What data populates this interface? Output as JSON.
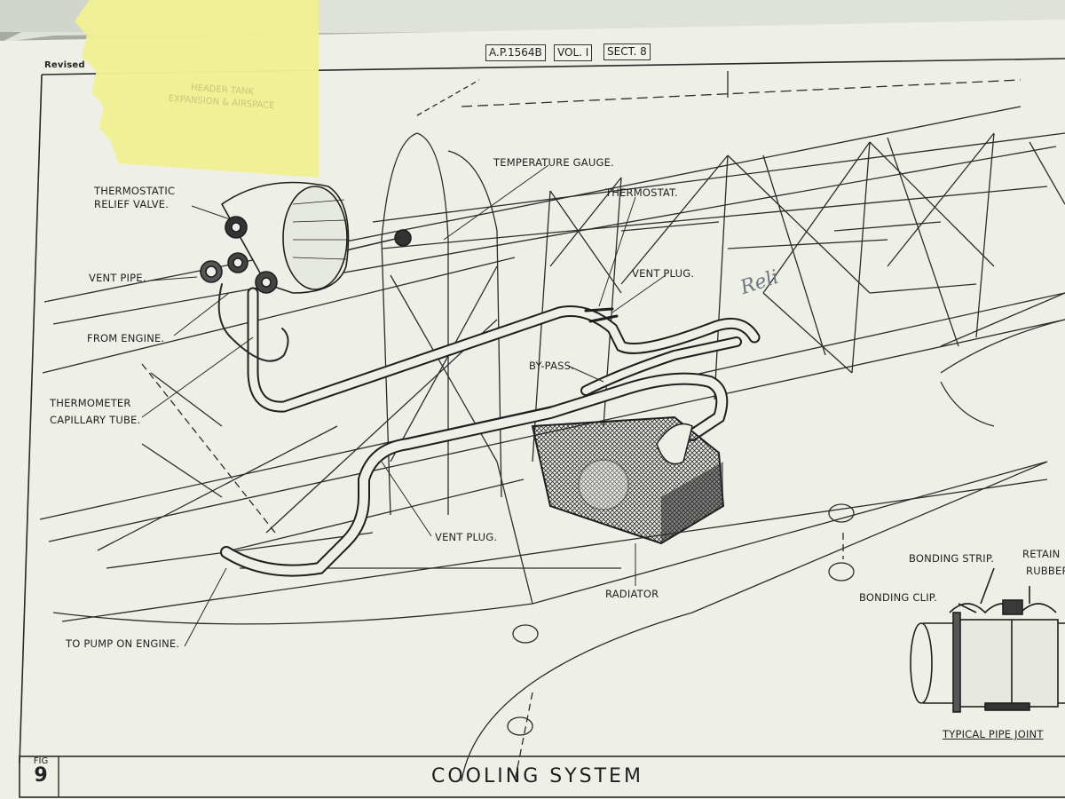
{
  "header": {
    "revised": "Revised",
    "ap": "A.P.1564B",
    "vol": "VOL. I",
    "sect": "SECT. 8"
  },
  "figure": {
    "fig_word": "FIG",
    "fig_number": "9",
    "title": "COOLING SYSTEM"
  },
  "labels": {
    "thermostatic_relief_valve_1": "THERMOSTATIC",
    "thermostatic_relief_valve_2": "RELIEF VALVE.",
    "vent_pipe": "VENT PIPE.",
    "from_engine": "FROM ENGINE.",
    "thermometer_1": "THERMOMETER",
    "thermometer_2": "CAPILLARY TUBE.",
    "temperature_gauge": "TEMPERATURE GAUGE.",
    "thermostat": "THERMOSTAT.",
    "vent_plug_upper": "VENT PLUG.",
    "by_pass": "BY-PASS.",
    "vent_plug_lower": "VENT PLUG.",
    "radiator": "RADIATOR",
    "to_pump": "TO PUMP ON ENGINE.",
    "bonding_strip": "BONDING STRIP.",
    "retain": "RETAIN",
    "rubber": "RUBBER",
    "bonding_clip": "BONDING CLIP.",
    "typical_pipe_joint": "TYPICAL PIPE JOINT"
  },
  "sticky_note": {
    "text": "HEADER TANK\nEXPANSION & AIRSPACE"
  },
  "handwriting": "Reli",
  "colors": {
    "paper": "#eef0e8",
    "ink": "#1f1f1f",
    "note": "#eff094",
    "background": "#a7aba1"
  }
}
